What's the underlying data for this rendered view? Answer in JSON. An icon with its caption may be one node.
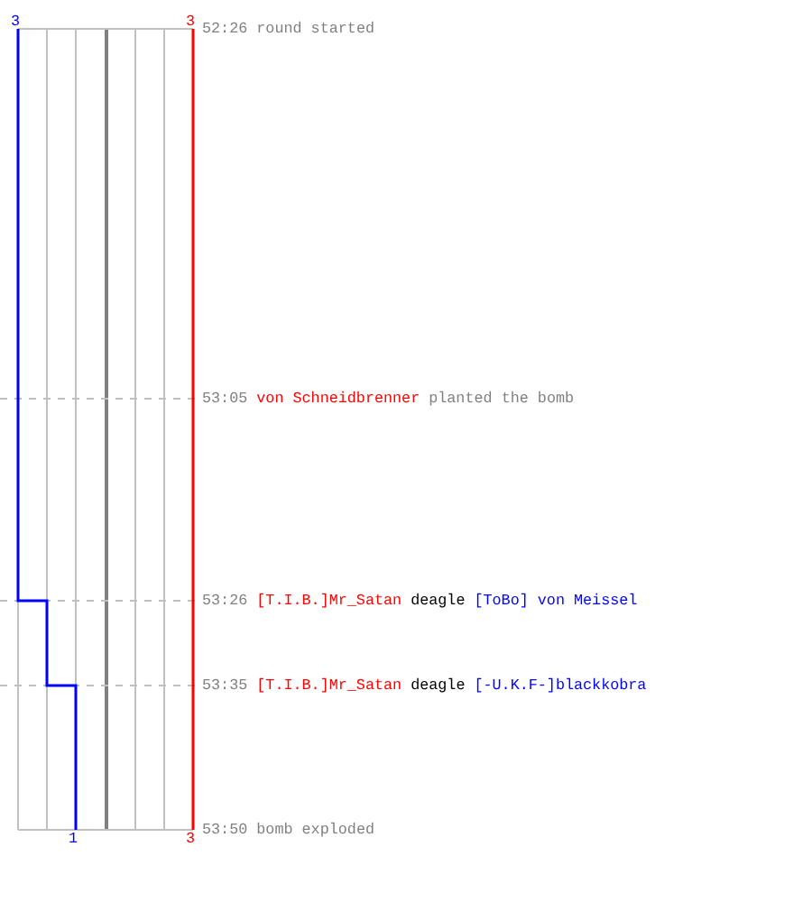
{
  "diagram": {
    "labels": [
      "3",
      "3",
      "52:26 round started",
      "53:05",
      "von Schneidbrenner",
      "planted the bomb",
      "53:26",
      "[T.I.B.]Mr_Satan",
      "deagle",
      "[ToBo] von Meissel",
      "53:35",
      "[T.I.B.]Mr_Satan",
      "deagle",
      "[-U.K.F-]blackkobra",
      "1",
      "3",
      "53:50 bomb exploded"
    ]
  }
}
